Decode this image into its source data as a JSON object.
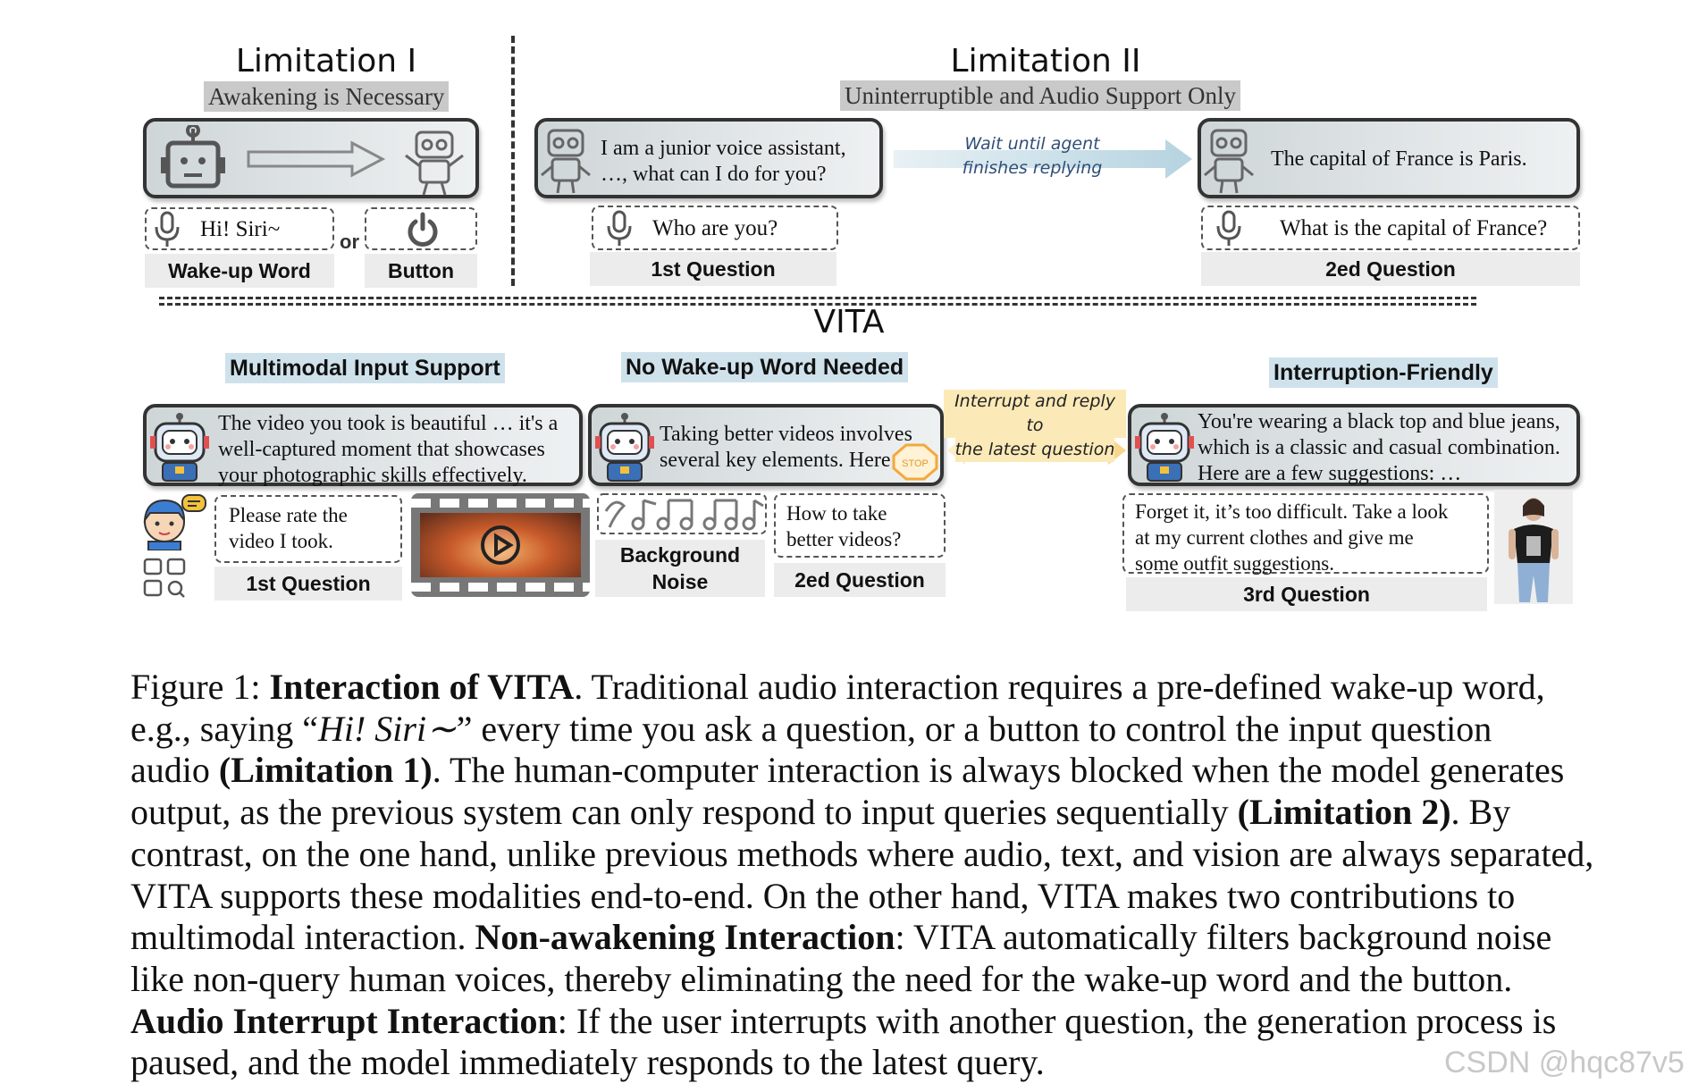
{
  "limitation1": {
    "title": "Limitation I",
    "subtitle": "Awakening is Necessary",
    "wake_phrase": "Hi! Siri~",
    "or_text": "or",
    "wake_label": "Wake-up Word",
    "button_label": "Button"
  },
  "limitation2": {
    "title": "Limitation II",
    "subtitle": "Uninterruptible and Audio Support Only",
    "agent_reply": "I am a junior voice assistant, …, what can I do for you?",
    "agent_reply_line1": "I am a junior voice assistant,",
    "agent_reply_line2": "…, what can I do for you?",
    "arrow_text_line1": "Wait until agent",
    "arrow_text_line2": "finishes replying",
    "answer2": "The capital of France is Paris.",
    "question1": "Who are you?",
    "question1_label": "1st Question",
    "question2": "What is the capital of France?",
    "question2_label": "2ed Question"
  },
  "vita": {
    "title": "VITA",
    "sections": [
      "Multimodal Input Support",
      "No Wake-up Word Needed",
      "Interruption-Friendly"
    ],
    "reply1_lines": [
      "The video you took is beautiful … it's a",
      "well-captured moment that showcases",
      "your photographic skills effectively."
    ],
    "reply2_lines": [
      "Taking better videos involves",
      "several key elements. Here"
    ],
    "stop_text": "STOP",
    "interrupt_text_line1": "Interrupt and reply to",
    "interrupt_text_line2": "the latest question",
    "reply3_lines": [
      "You're wearing a black top and blue jeans,",
      "which is a classic and casual combination.",
      "Here are a few suggestions: …"
    ],
    "q1_lines": [
      "Please rate the",
      "video I took."
    ],
    "q1_label": "1st Question",
    "noise_label_line1": "Background",
    "noise_label_line2": "Noise",
    "q2_lines": [
      "How to take",
      "better videos?"
    ],
    "q2_label": "2ed Question",
    "q3_lines": [
      "Forget it, it’s too difficult. Take a look",
      "at my current clothes and give me",
      "some outfit suggestions."
    ],
    "q3_label": "3rd Question"
  },
  "caption": {
    "lines": [
      [
        {
          "t": "Figure 1:  ",
          "s": ""
        },
        {
          "t": "Interaction of VITA",
          "s": "b"
        },
        {
          "t": ". Traditional audio interaction requires a pre-defined wake-up word,",
          "s": ""
        }
      ],
      [
        {
          "t": "e.g., saying “",
          "s": ""
        },
        {
          "t": "Hi!  Siri∼",
          "s": "i"
        },
        {
          "t": "” every time you ask a question, or a button to control the input question",
          "s": ""
        }
      ],
      [
        {
          "t": "audio ",
          "s": ""
        },
        {
          "t": "(Limitation 1)",
          "s": "b"
        },
        {
          "t": ". The human-computer interaction is always blocked when the model generates",
          "s": ""
        }
      ],
      [
        {
          "t": "output, as the previous system can only respond to input queries sequentially ",
          "s": ""
        },
        {
          "t": "(Limitation 2)",
          "s": "b"
        },
        {
          "t": ".  By",
          "s": ""
        }
      ],
      [
        {
          "t": "contrast, on the one hand, unlike previous methods where audio, text, and vision are always separated,",
          "s": ""
        }
      ],
      [
        {
          "t": "VITA supports these modalities end-to-end. On the other hand, VITA makes two contributions to",
          "s": ""
        }
      ],
      [
        {
          "t": "multimodal interaction. ",
          "s": ""
        },
        {
          "t": "Non-awakening Interaction",
          "s": "b"
        },
        {
          "t": ": VITA automatically filters background noise",
          "s": ""
        }
      ],
      [
        {
          "t": "like non-query human voices, thereby eliminating the need for the wake-up word and the button.",
          "s": ""
        }
      ],
      [
        {
          "t": "Audio Interrupt Interaction",
          "s": "b"
        },
        {
          "t": ": If the user interrupts with another question, the generation process is",
          "s": ""
        }
      ],
      [
        {
          "t": "paused, and the model immediately responds to the latest query.",
          "s": ""
        }
      ]
    ]
  },
  "watermark": "CSDN @hqc87v5"
}
